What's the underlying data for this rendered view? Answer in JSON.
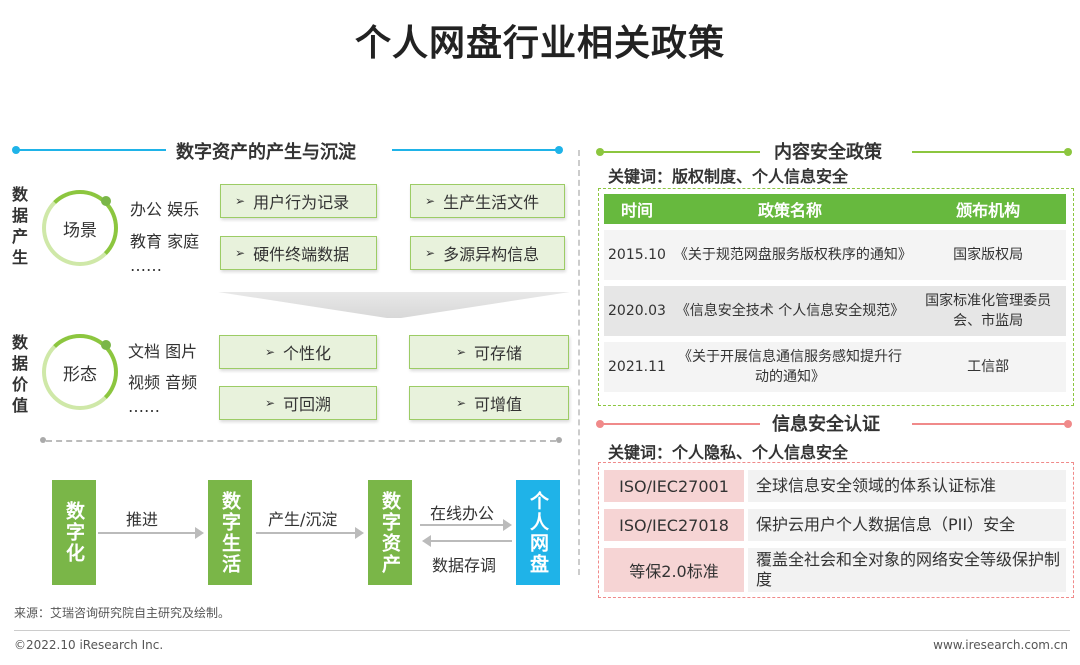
{
  "title": "个人网盘行业相关政策",
  "left": {
    "section_title": "数字资产的产生与沉淀",
    "row1": {
      "vlabel": "数据产生",
      "ring": "场景",
      "items_line1": "办公 娱乐",
      "items_line2": "教育 家庭",
      "items_line3": "……",
      "boxes": [
        "用户行为记录",
        "生产生活文件",
        "硬件终端数据",
        "多源异构信息"
      ]
    },
    "row2": {
      "vlabel": "数据价值",
      "ring": "形态",
      "items_line1": "文档 图片",
      "items_line2": "视频 音频",
      "items_line3": "……",
      "boxes": [
        "个性化",
        "可存储",
        "可回溯",
        "可增值"
      ]
    },
    "flow": {
      "box1": "数字化",
      "arrow1": "推进",
      "box2": "数字生活",
      "arrow2": "产生/沉淀",
      "box3": "数字资产",
      "arrow3_top": "在线办公",
      "arrow3_bottom": "数据存调",
      "box4": "个人网盘"
    }
  },
  "right": {
    "policy": {
      "section_title": "内容安全政策",
      "keywords": "关键词：版权制度、个人信息安全",
      "headers": [
        "时间",
        "政策名称",
        "颁布机构"
      ],
      "rows": [
        {
          "date": "2015.10",
          "name": "《关于规范网盘服务版权秩序的通知》",
          "org": "国家版权局"
        },
        {
          "date": "2020.03",
          "name": "《信息安全技术 个人信息安全规范》",
          "org": "国家标准化管理委员会、市监局"
        },
        {
          "date": "2021.11",
          "name": "《关于开展信息通信服务感知提升行动的通知》",
          "org": "工信部"
        }
      ]
    },
    "cert": {
      "section_title": "信息安全认证",
      "keywords": "关键词：个人隐私、个人信息安全",
      "rows": [
        {
          "k": "ISO/IEC27001",
          "v": "全球信息安全领域的体系认证标准"
        },
        {
          "k": "ISO/IEC27018",
          "v": "保护云用户个人数据信息（PII）安全"
        },
        {
          "k": "等保2.0标准",
          "v": "覆盖全社会和全对象的网络安全等级保护制度"
        }
      ]
    }
  },
  "source": "来源：艾瑞咨询研究院自主研究及绘制。",
  "copyright": "©2022.10 iResearch Inc.",
  "website": "www.iresearch.com.cn",
  "colors": {
    "green": "#8cc63f",
    "dark_green": "#67b93e",
    "blue": "#1fb3e8",
    "red": "#f08a8a"
  }
}
